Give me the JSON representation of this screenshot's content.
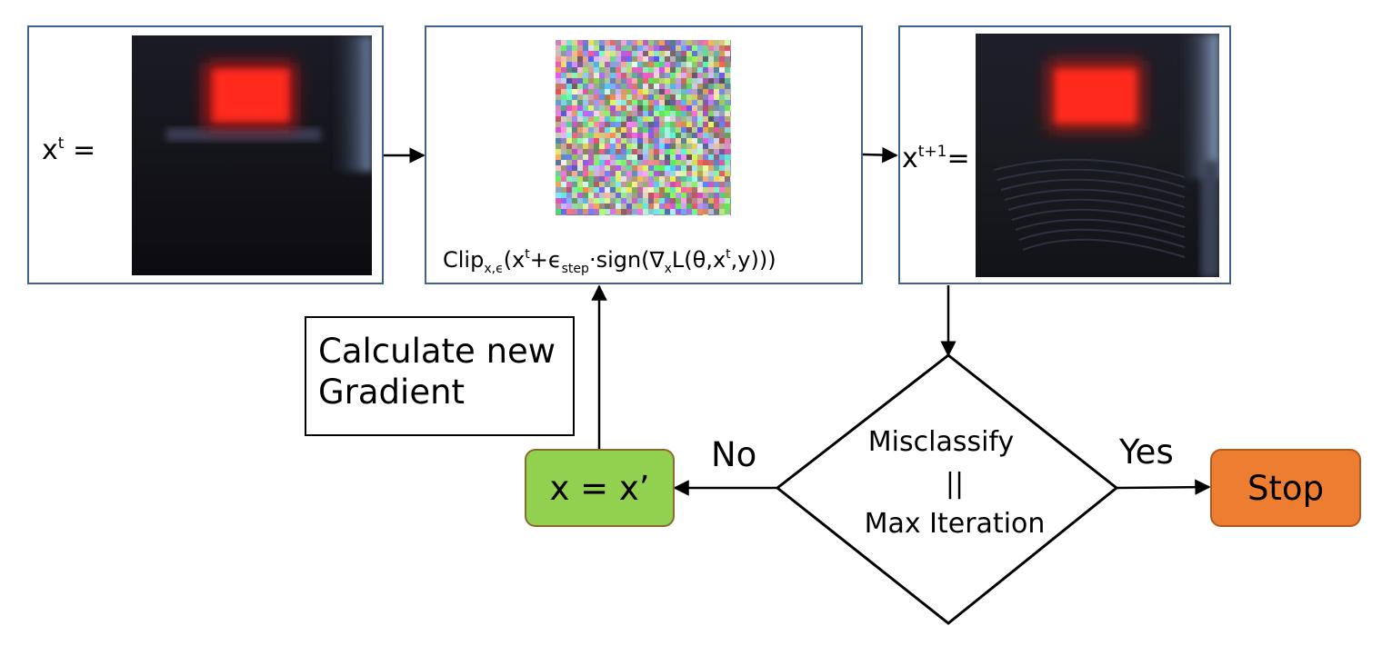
{
  "input_panel": {
    "label_base": "x",
    "label_sup": "t",
    "label_eq": " ="
  },
  "perturbation_panel": {
    "formula": {
      "clip": "Clip",
      "clip_sub": "x,ϵ",
      "open": "(x",
      "x_sup": "t",
      "plus_eps": "+ϵ",
      "eps_sub": "step",
      "sign": "·sign(∇",
      "grad_sub": "x",
      "loss": "L(θ,x",
      "loss_sup": "t",
      "close": ",y)))"
    }
  },
  "output_panel": {
    "label_base": "x",
    "label_sup": "t+1",
    "label_eq": "="
  },
  "note_box": {
    "line1": "Calculate new",
    "line2": "Gradient"
  },
  "update_box": {
    "label": "x = x’"
  },
  "decision": {
    "line1": "Misclassify",
    "line2": "||",
    "line3": "Max Iteration"
  },
  "no_label": "No",
  "yes_label": "Yes",
  "stop_box": {
    "label": "Stop"
  },
  "colors": {
    "panel_border": "#41618f",
    "update_fill": "#92d050",
    "stop_fill": "#ed7d31",
    "highlight_red": "#ff2a1e"
  }
}
